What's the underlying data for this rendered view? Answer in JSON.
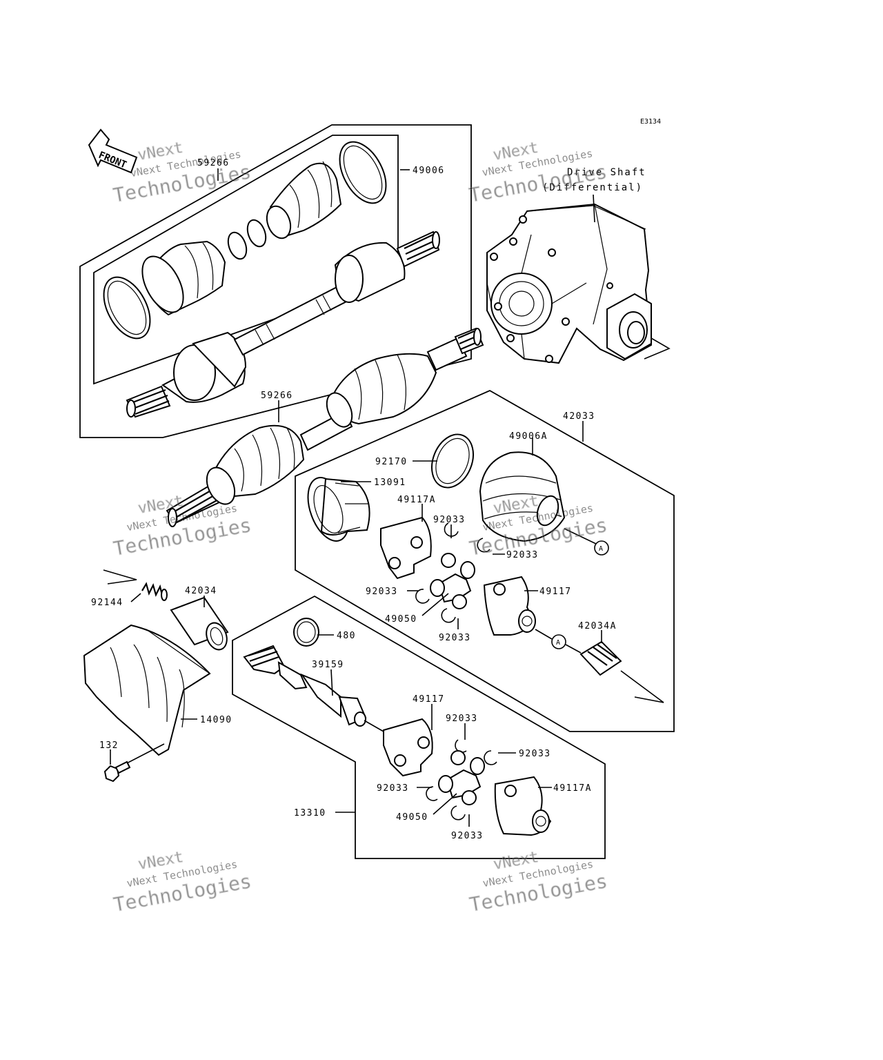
{
  "drawing_code": "E3134",
  "front_label": "FRONT",
  "caption_line1": "Drive Shaft",
  "caption_line2": "(Differential)",
  "callouts": {
    "c59266_top": "59266",
    "c49006": "49006",
    "c59266_mid": "59266",
    "c42033": "42033",
    "c49006A": "49006A",
    "c92170": "92170",
    "c13091": "13091",
    "c49117A_up": "49117A",
    "c92033_a": "92033",
    "c92033_b": "92033",
    "c92033_c": "92033",
    "c49117_up": "49117",
    "c49050_up": "49050",
    "c92033_d": "92033",
    "c42034A": "42034A",
    "c92144": "92144",
    "c42034": "42034",
    "c480": "480",
    "c39159": "39159",
    "c14090": "14090",
    "c132": "132",
    "c49117_low": "49117",
    "c92033_e": "92033",
    "c92033_f": "92033",
    "c92033_g": "92033",
    "c49117A_low": "49117A",
    "c49050_low": "49050",
    "c92033_h": "92033",
    "c13310": "13310"
  },
  "ref_marks": {
    "a1": "A",
    "a2": "A"
  },
  "watermark": {
    "line1": "vNext",
    "line2": "vNext Technologies",
    "line3": "Technologies"
  }
}
